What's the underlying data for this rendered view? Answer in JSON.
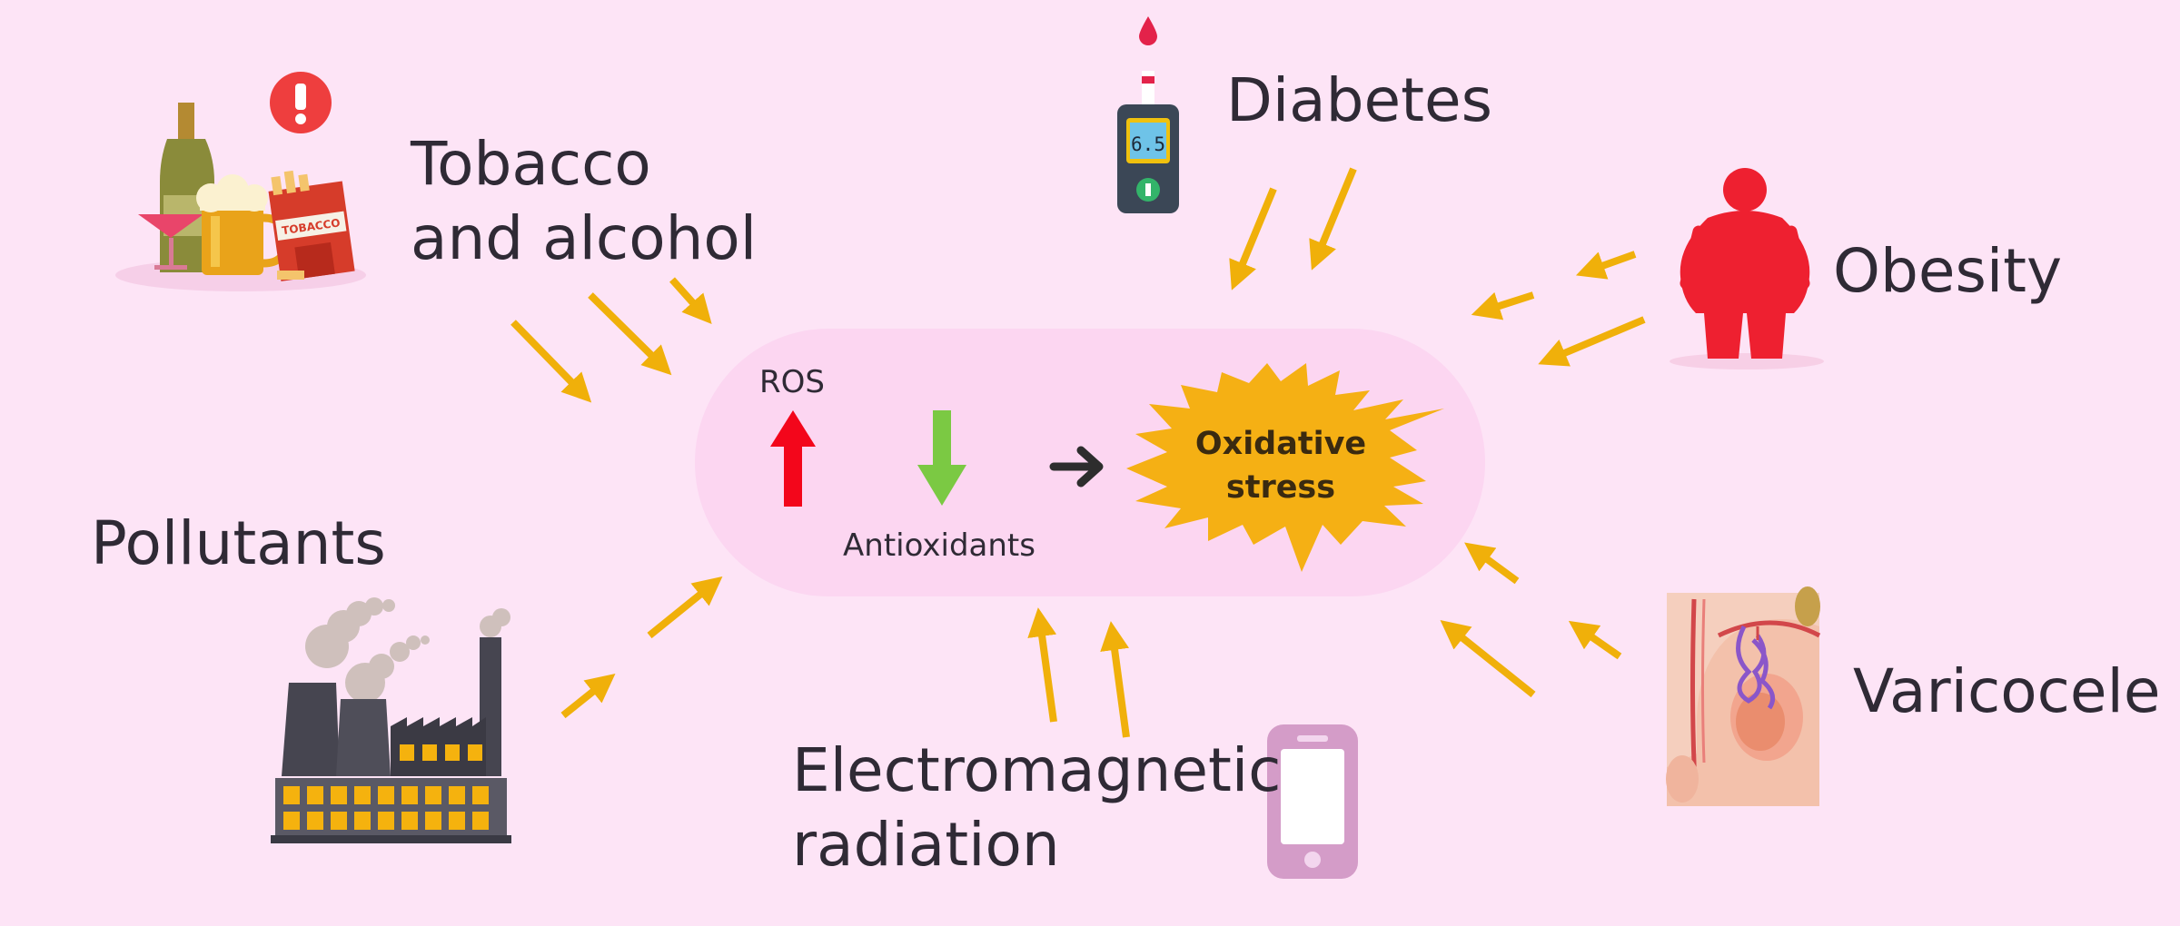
{
  "center": {
    "ros_label": "ROS",
    "antioxidants_label": "Antioxidants",
    "outcome_line1": "Oxidative",
    "outcome_line2": "stress"
  },
  "factors": {
    "tobacco_alcohol": {
      "line1": "Tobacco",
      "line2": "and alcohol"
    },
    "diabetes": {
      "label": "Diabetes",
      "meter_reading": "6.5"
    },
    "obesity": {
      "label": "Obesity"
    },
    "pollutants": {
      "label": "Pollutants"
    },
    "radiation": {
      "line1": "Electromagnetic",
      "line2": "radiation"
    },
    "varicocele": {
      "label": "Varicocele"
    },
    "tobacco_pack_text": "TOBACCO"
  },
  "colors": {
    "background": "#fde4f6",
    "capsule": "#fcd6f1",
    "arrow": "#f0b00a",
    "ros_up": "#f3061b",
    "antioxidants_down": "#7bc943",
    "starburst": "#f5b014",
    "text": "#2f2a35"
  },
  "icons": [
    "warning-icon",
    "bottles-icon",
    "glucose-meter-icon",
    "blood-drop-icon",
    "person-obesity-icon",
    "factory-icon",
    "smartphone-icon",
    "reproductive-anatomy-icon"
  ]
}
